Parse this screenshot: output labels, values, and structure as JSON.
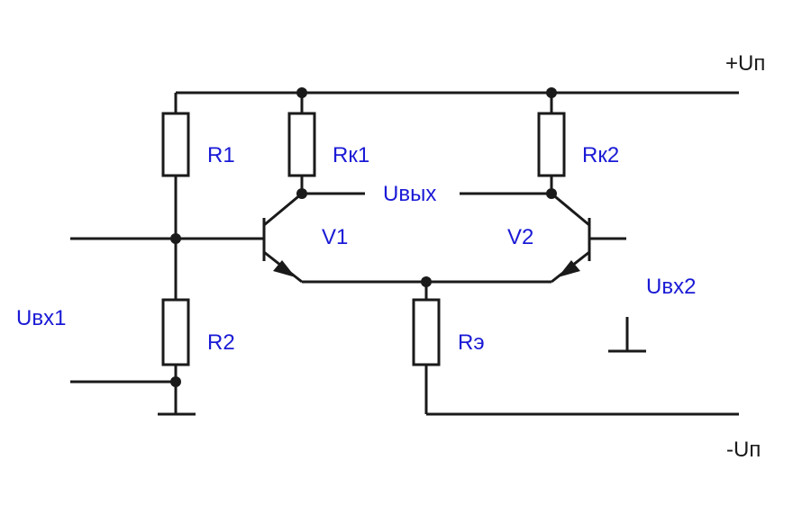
{
  "diagram": {
    "supply_positive": "+Uп",
    "supply_negative": "-Uп",
    "input1": "Uвх1",
    "input2": "Uвх2",
    "output": "Uвых",
    "resistors": {
      "r1": "R1",
      "r2": "R2",
      "rk1": "Rк1",
      "rk2": "Rк2",
      "re": "Rэ"
    },
    "transistors": {
      "v1": "V1",
      "v2": "V2"
    },
    "colors": {
      "label": "#1a1ad6",
      "label_dark": "#1a1a1a",
      "wire": "#1a1a1a"
    }
  }
}
